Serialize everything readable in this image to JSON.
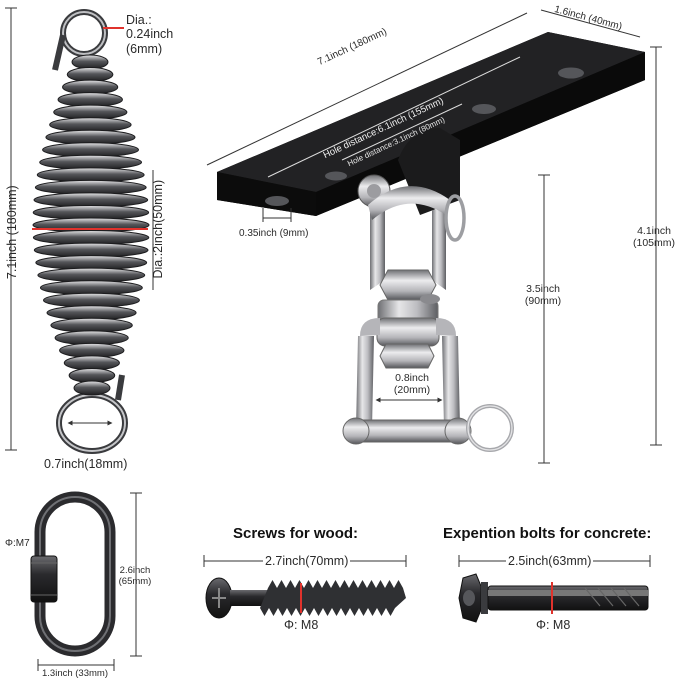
{
  "colors": {
    "metal_dark": "#2b2b2e",
    "metal_light": "#c9c9cc",
    "plate_black": "#1a1a1a",
    "measure_red": "#e0322c",
    "dim_line": "#333333"
  },
  "spring": {
    "hook_dia": "Dia.:\n0.24inch\n(6mm)",
    "length": "7.1inch (180mm)",
    "body_dia": "Dia.:2inch(50mm)",
    "eye_width": "0.7inch(18mm)"
  },
  "plate": {
    "length": "7.1inch (180mm)",
    "width": "1.6inch (40mm)",
    "hole_distance_outer": "Hole distance:6.1inch (155mm)",
    "hole_distance_inner": "Hole distance:3.1inch (80mm)",
    "hole_size": "0.35inch (9mm)",
    "total_height": "4.1inch\n(105mm)",
    "swivel_height": "3.5inch\n(90mm)",
    "shackle_gap": "0.8inch\n(20mm)"
  },
  "quicklink": {
    "thread": "Φ:M7",
    "height": "2.6inch\n(65mm)",
    "width": "1.3inch (33mm)"
  },
  "screws": {
    "title": "Screws for wood:",
    "length": "2.7inch(70mm)",
    "diameter": "Φ: M8"
  },
  "bolts": {
    "title": "Expention bolts for concrete:",
    "length": "2.5inch(63mm)",
    "diameter": "Φ: M8"
  }
}
